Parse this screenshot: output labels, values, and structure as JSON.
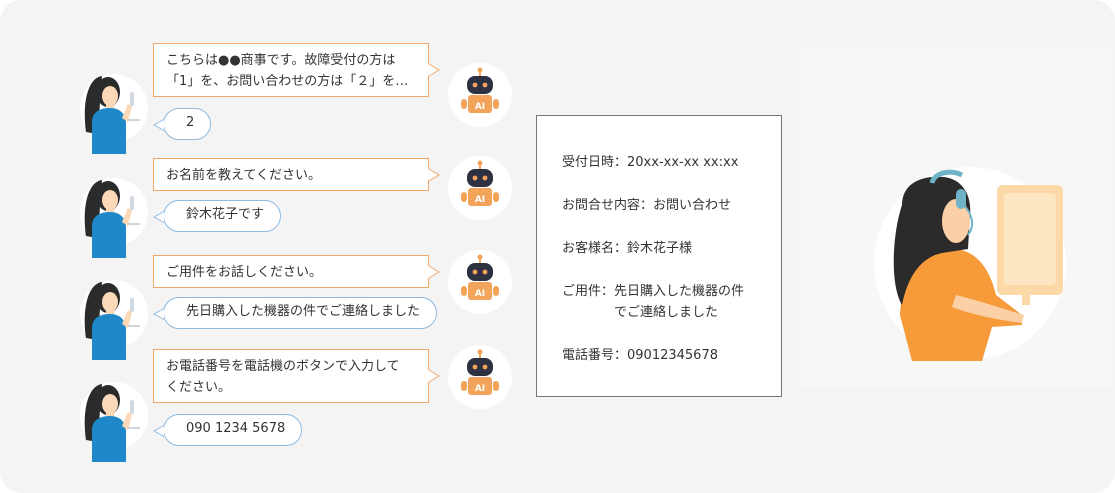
{
  "conversation": [
    {
      "ai_text": [
        "こちらは●●商事です。故障受付の方は",
        "「1」を、お問い合わせの方は「２」を…"
      ],
      "user_text": "2"
    },
    {
      "ai_text": [
        "お名前を教えてください。"
      ],
      "user_text": "鈴木花子です"
    },
    {
      "ai_text": [
        "ご用件をお話しください。"
      ],
      "user_text": "先日購入した機器の件でご連絡しました"
    },
    {
      "ai_text": [
        "お電話番号を電話機のボタンで入力して",
        "ください。"
      ],
      "user_text": "090 1234 5678"
    }
  ],
  "bot_label": "AI",
  "record": {
    "received_label": "受付日時：",
    "received_value": "20xx-xx-xx xx:xx",
    "inquiry_label": "お問合せ内容：",
    "inquiry_value": "お問い合わせ",
    "customer_label": "お客様名：",
    "customer_value": "鈴木花子様",
    "subject_label": "ご用件：",
    "subject_value_line1": "先日購入した機器の件",
    "subject_value_line2": "でご連絡しました",
    "phone_label": "電話番号：",
    "phone_value": "09012345678"
  },
  "icons": {
    "mail": "mail-icon",
    "arrow": "arrow-right-icon"
  },
  "colors": {
    "ai_border": "#f0a868",
    "user_border": "#8fb9de",
    "accent": "#f35a1e",
    "bot_body": "#f3a45a",
    "customer_shirt": "#1e88c8"
  }
}
